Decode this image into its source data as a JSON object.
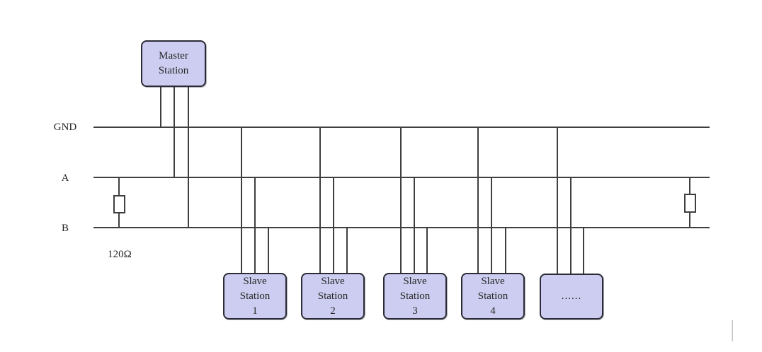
{
  "colors": {
    "canvas_bg": "#ffffff",
    "node_fill": "#cdcdf1",
    "node_border": "#2b2b36",
    "wire": "#3f3f3f",
    "text": "#262626"
  },
  "bus": {
    "gnd_label": "GND",
    "a_label": "A",
    "b_label": "B"
  },
  "termination": {
    "resistance_label": "120Ω"
  },
  "master": {
    "line1": "Master",
    "line2": "Station"
  },
  "slaves": [
    {
      "line1": "Slave",
      "line2": "Station",
      "line3": "1"
    },
    {
      "line1": "Slave",
      "line2": "Station",
      "line3": "2"
    },
    {
      "line1": "Slave",
      "line2": "Station",
      "line3": "3"
    },
    {
      "line1": "Slave",
      "line2": "Station",
      "line3": "4"
    }
  ],
  "ellipsis_node": {
    "label": "......"
  }
}
